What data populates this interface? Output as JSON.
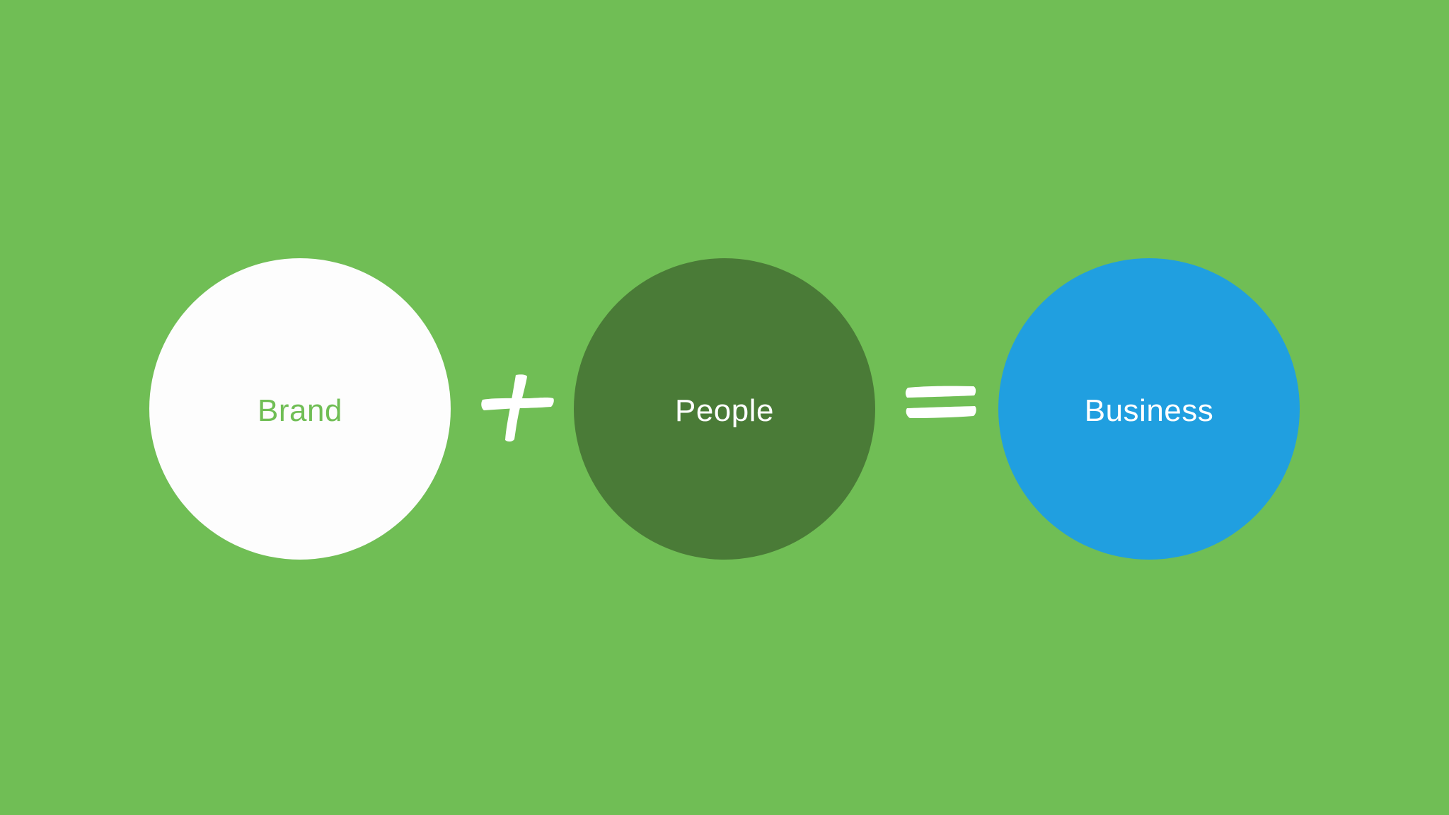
{
  "terms": [
    {
      "label": "Brand",
      "fill": "#fdfdfd",
      "text_color": "#70be55"
    },
    {
      "label": "People",
      "fill": "#4a7b37",
      "text_color": "#ffffff"
    },
    {
      "label": "Business",
      "fill": "#209fe0",
      "text_color": "#ffffff"
    }
  ],
  "operators": [
    {
      "symbol": "plus-icon"
    },
    {
      "symbol": "equals-icon"
    }
  ],
  "colors": {
    "background": "#70be55",
    "operator": "#ffffff"
  }
}
